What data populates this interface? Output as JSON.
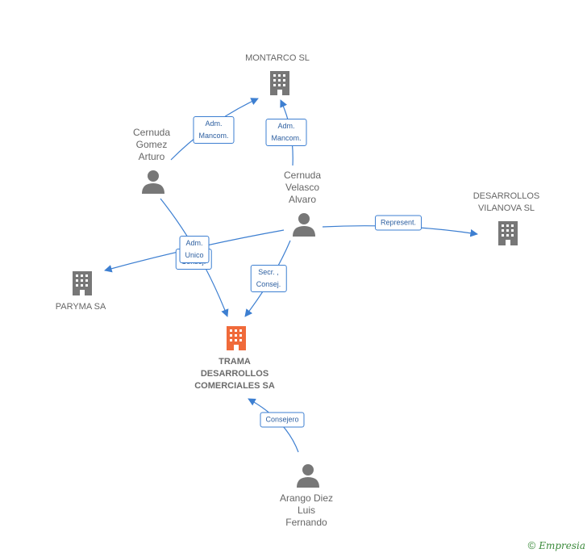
{
  "nodes": {
    "montarco": {
      "label": "MONTARCO SL"
    },
    "desarrollos_vilanova": {
      "line1": "DESARROLLOS",
      "line2": "VILANOVA SL"
    },
    "paryma": {
      "label": "PARYMA SA"
    },
    "trama": {
      "line1": "TRAMA",
      "line2": "DESARROLLOS",
      "line3": "COMERCIALES SA"
    },
    "cernuda_gomez": {
      "line1": "Cernuda",
      "line2": "Gomez",
      "line3": "Arturo"
    },
    "cernuda_velasco": {
      "line1": "Cernuda",
      "line2": "Velasco",
      "line3": "Alvaro"
    },
    "arango": {
      "line1": "Arango Diez",
      "line2": "Luis",
      "line3": "Fernando"
    }
  },
  "edges": {
    "adm_mancom_1": {
      "line1": "Adm.",
      "line2": "Mancom."
    },
    "adm_mancom_2": {
      "line1": "Adm.",
      "line2": "Mancom."
    },
    "represent": {
      "label": "Represent."
    },
    "adm_unico": {
      "line1": "Adm.",
      "line2": "Unico"
    },
    "consej_hidden": {
      "label": "Consej."
    },
    "secr_consej": {
      "line1": "Secr. ,",
      "line2": "Consej."
    },
    "consejero": {
      "label": "Consejero"
    }
  },
  "footer": {
    "copyright": "©",
    "brand": "Empresia"
  },
  "colors": {
    "edge": "#3d7fd1",
    "company": "#777777",
    "main_company": "#f06a3a",
    "person": "#777777"
  }
}
